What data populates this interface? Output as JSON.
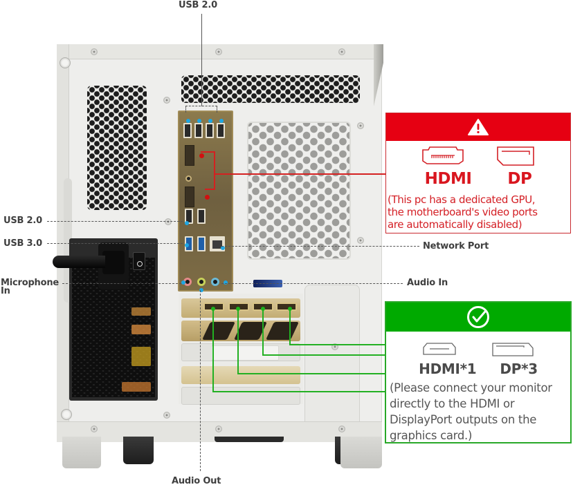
{
  "labels": {
    "usb20_top": "USB 2.0",
    "usb20_left": "USB 2.0",
    "usb30_left": "USB 3.0",
    "microphone_in": "Microphone In",
    "network_port": "Network Port",
    "audio_in": "Audio In",
    "audio_out": "Audio Out"
  },
  "warning_callout": {
    "header_icon": "warning-triangle-icon",
    "header_color": "#e60012",
    "ports": [
      {
        "name": "HDMI",
        "icon": "hdmi-port-icon"
      },
      {
        "name": "DP",
        "icon": "displayport-icon"
      }
    ],
    "note": "(This pc has a dedicated GPU,\nthe motherboard's video ports\nare automatically disabled)",
    "text_color": "#d9161f"
  },
  "ok_callout": {
    "header_icon": "check-circle-icon",
    "header_color": "#00aa00",
    "ports": [
      {
        "name": "HDMI*1",
        "icon": "hdmi-port-icon"
      },
      {
        "name": "DP*3",
        "icon": "displayport-icon"
      }
    ],
    "note": "(Please connect your monitor\ndirectly to the HDMI or\nDisplayPort outputs on the\ngraphics card.)",
    "text_color": "#555555"
  },
  "colors": {
    "label": "#3f3f3f",
    "io_marker": "#1ea6e3",
    "mb_video_marker": "#d11010",
    "gpu_marker": "#1db21d"
  }
}
